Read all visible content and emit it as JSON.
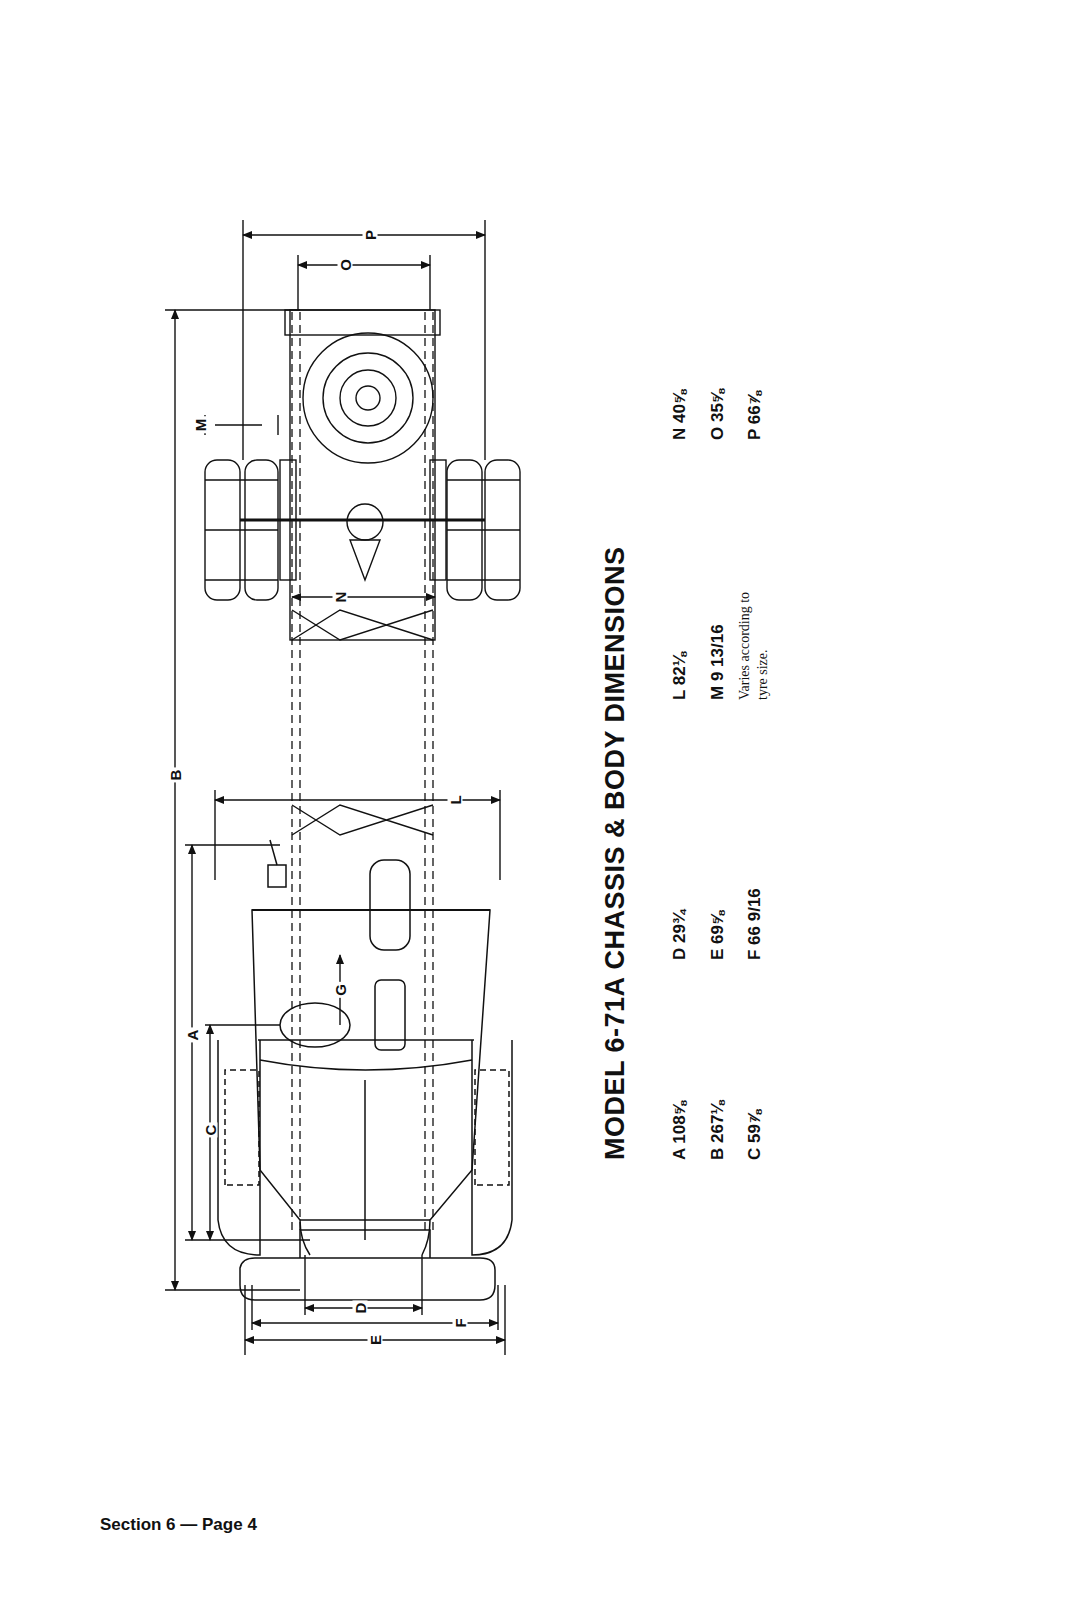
{
  "diagram": {
    "title": "MODEL 6-71A CHASSIS & BODY DIMENSIONS",
    "labels": [
      "A 108⅝",
      "B 267⅛",
      "C 59⅞",
      "D 29¾",
      "E 69⅝",
      "F 66 9/16",
      "L 82⅛",
      "M 9 13/16",
      "Varies according to tyre size.",
      "N 40⅝",
      "O 35⅝",
      "P 66⅞",
      "A",
      "B",
      "C",
      "D",
      "E",
      "F",
      "G",
      "L",
      "M",
      "N",
      "O",
      "P",
      "Section 6 — Page 4"
    ]
  }
}
